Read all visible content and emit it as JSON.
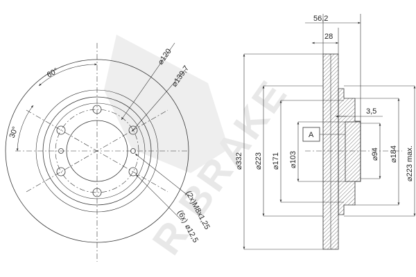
{
  "watermark": {
    "text": "R BRAKE",
    "color": "#e6e6e6"
  },
  "colors": {
    "line": "#333333",
    "hatch": "#555555",
    "background": "#ffffff"
  },
  "front_view": {
    "angles": [
      {
        "id": "angle-60",
        "text": "60°"
      },
      {
        "id": "angle-30",
        "text": "30°"
      }
    ],
    "diameters": [
      {
        "id": "dia-120",
        "text": "120"
      },
      {
        "id": "dia-139-7",
        "text": "139,7"
      }
    ],
    "holes": [
      {
        "id": "thread-holes",
        "text": "(2x)M8x1,25"
      },
      {
        "id": "bolt-holes",
        "text": "12,5",
        "prefix": "(6x)"
      }
    ]
  },
  "side_view": {
    "widths": [
      {
        "id": "width-56-2",
        "text": "56,2"
      },
      {
        "id": "width-28",
        "text": "28"
      },
      {
        "id": "width-3-5",
        "text": "3,5"
      }
    ],
    "datum": "A",
    "diameters_left": [
      {
        "id": "dia-332",
        "text": "332"
      },
      {
        "id": "dia-223",
        "text": "223"
      },
      {
        "id": "dia-171",
        "text": "171"
      },
      {
        "id": "dia-103",
        "text": "103"
      }
    ],
    "diameters_right": [
      {
        "id": "dia-94",
        "text": "94"
      },
      {
        "id": "dia-184",
        "text": "184"
      },
      {
        "id": "dia-223-max",
        "text": "223 max."
      }
    ]
  }
}
